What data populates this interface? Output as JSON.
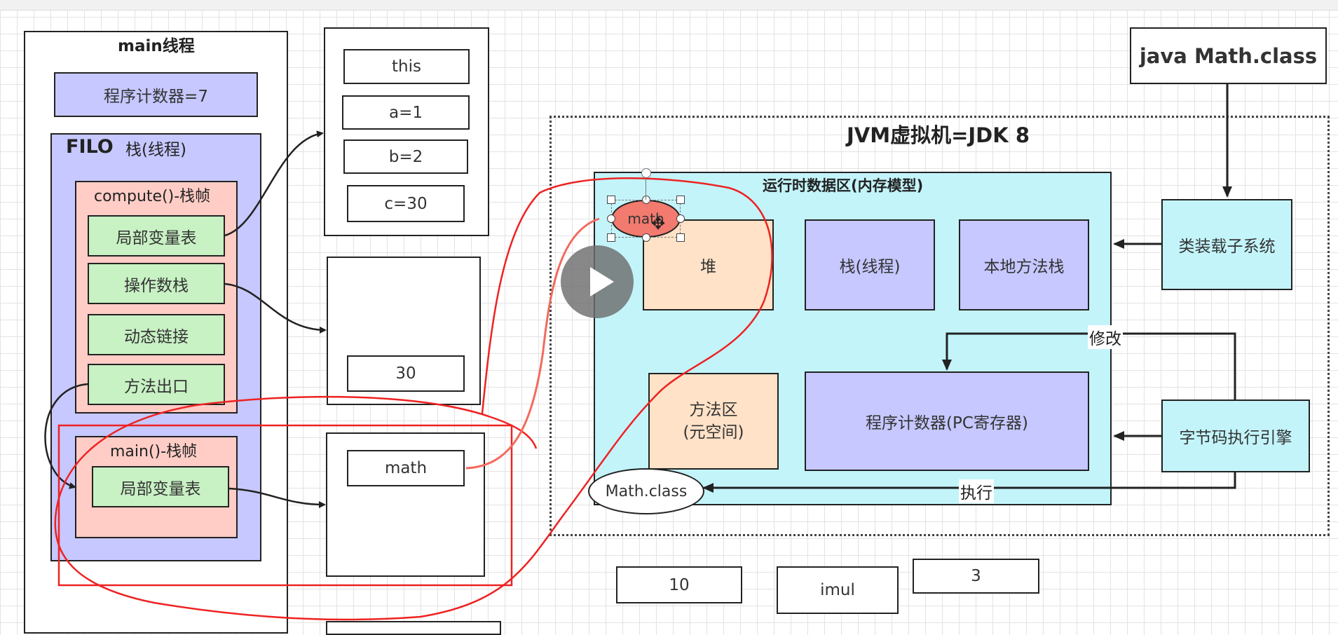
{
  "main_thread": {
    "title": "main线程",
    "pc_counter": "程序计数器=7",
    "stack_filo": "FILO",
    "stack_label": "栈(线程)",
    "compute_frame": {
      "title": "compute()-栈帧",
      "local_vars": "局部变量表",
      "operand_stack": "操作数栈",
      "dynamic_link": "动态链接",
      "method_exit": "方法出口"
    },
    "main_frame": {
      "title": "main()-栈帧",
      "local_vars": "局部变量表"
    }
  },
  "compute_locals": [
    "this",
    "a=1",
    "b=2",
    "c=30"
  ],
  "operand_value": "30",
  "main_locals": [
    "math"
  ],
  "jvm": {
    "source": "java Math.class",
    "title": "JVM虚拟机=JDK 8",
    "runtime_area": "运行时数据区(内存模型)",
    "heap": "堆",
    "stack": "栈(线程)",
    "native_stack": "本地方法栈",
    "method_area_line1": "方法区",
    "method_area_line2": "(元空间)",
    "pc_register": "程序计数器(PC寄存器)",
    "class_loader": "类装载子系统",
    "exec_engine": "字节码执行引擎",
    "math_object": "math",
    "math_class": "Math.class",
    "modify_label": "修改",
    "execute_label": "执行"
  },
  "bottom_values": [
    "10",
    "imul",
    "3"
  ],
  "colors": {
    "annotation_red": "#ee2222",
    "lavender": "#c6c8ff",
    "pink": "#ffcdc6",
    "green": "#c8f1c4",
    "peach": "#ffe2c7",
    "cyan": "#c3f4fa"
  },
  "icons": {
    "video_overlay": "play-icon"
  }
}
